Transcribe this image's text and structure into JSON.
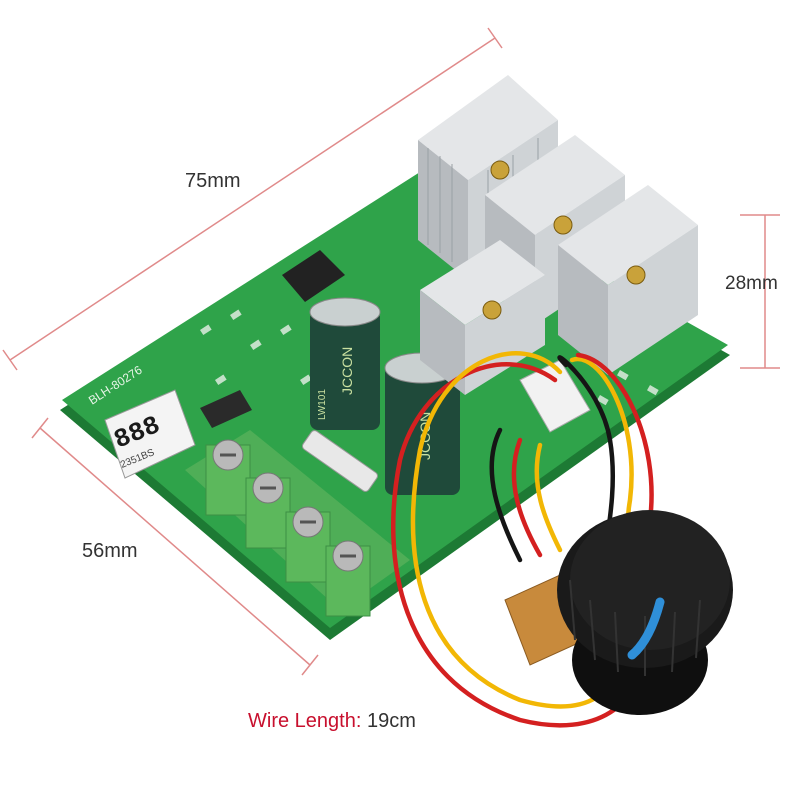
{
  "dimensions": {
    "length": "75mm",
    "width": "56mm",
    "height": "28mm",
    "wire_prefix": "Wire Length:",
    "wire_value": "19cm"
  },
  "board": {
    "model": "BLH-80276",
    "sticker": "2351BS",
    "display_digits": "888"
  },
  "capacitor": {
    "brand": "JCCON",
    "text": "LW101"
  },
  "colors": {
    "pcb": "#2fa34a",
    "pcb_dark": "#1d7a34",
    "terminal": "#5cb85c",
    "heatsink": "#cfd3d6",
    "capacitor": "#1f4a3a",
    "knob": "#1a1a1a",
    "knob_mark": "#2f8fd8",
    "wire_red": "#d42020",
    "wire_yellow": "#f2b705",
    "wire_black": "#151515",
    "dim_line": "#e08a8a"
  },
  "icons": [
    "knob-icon",
    "heatsink-icon",
    "capacitor-icon",
    "terminal-block-icon"
  ]
}
